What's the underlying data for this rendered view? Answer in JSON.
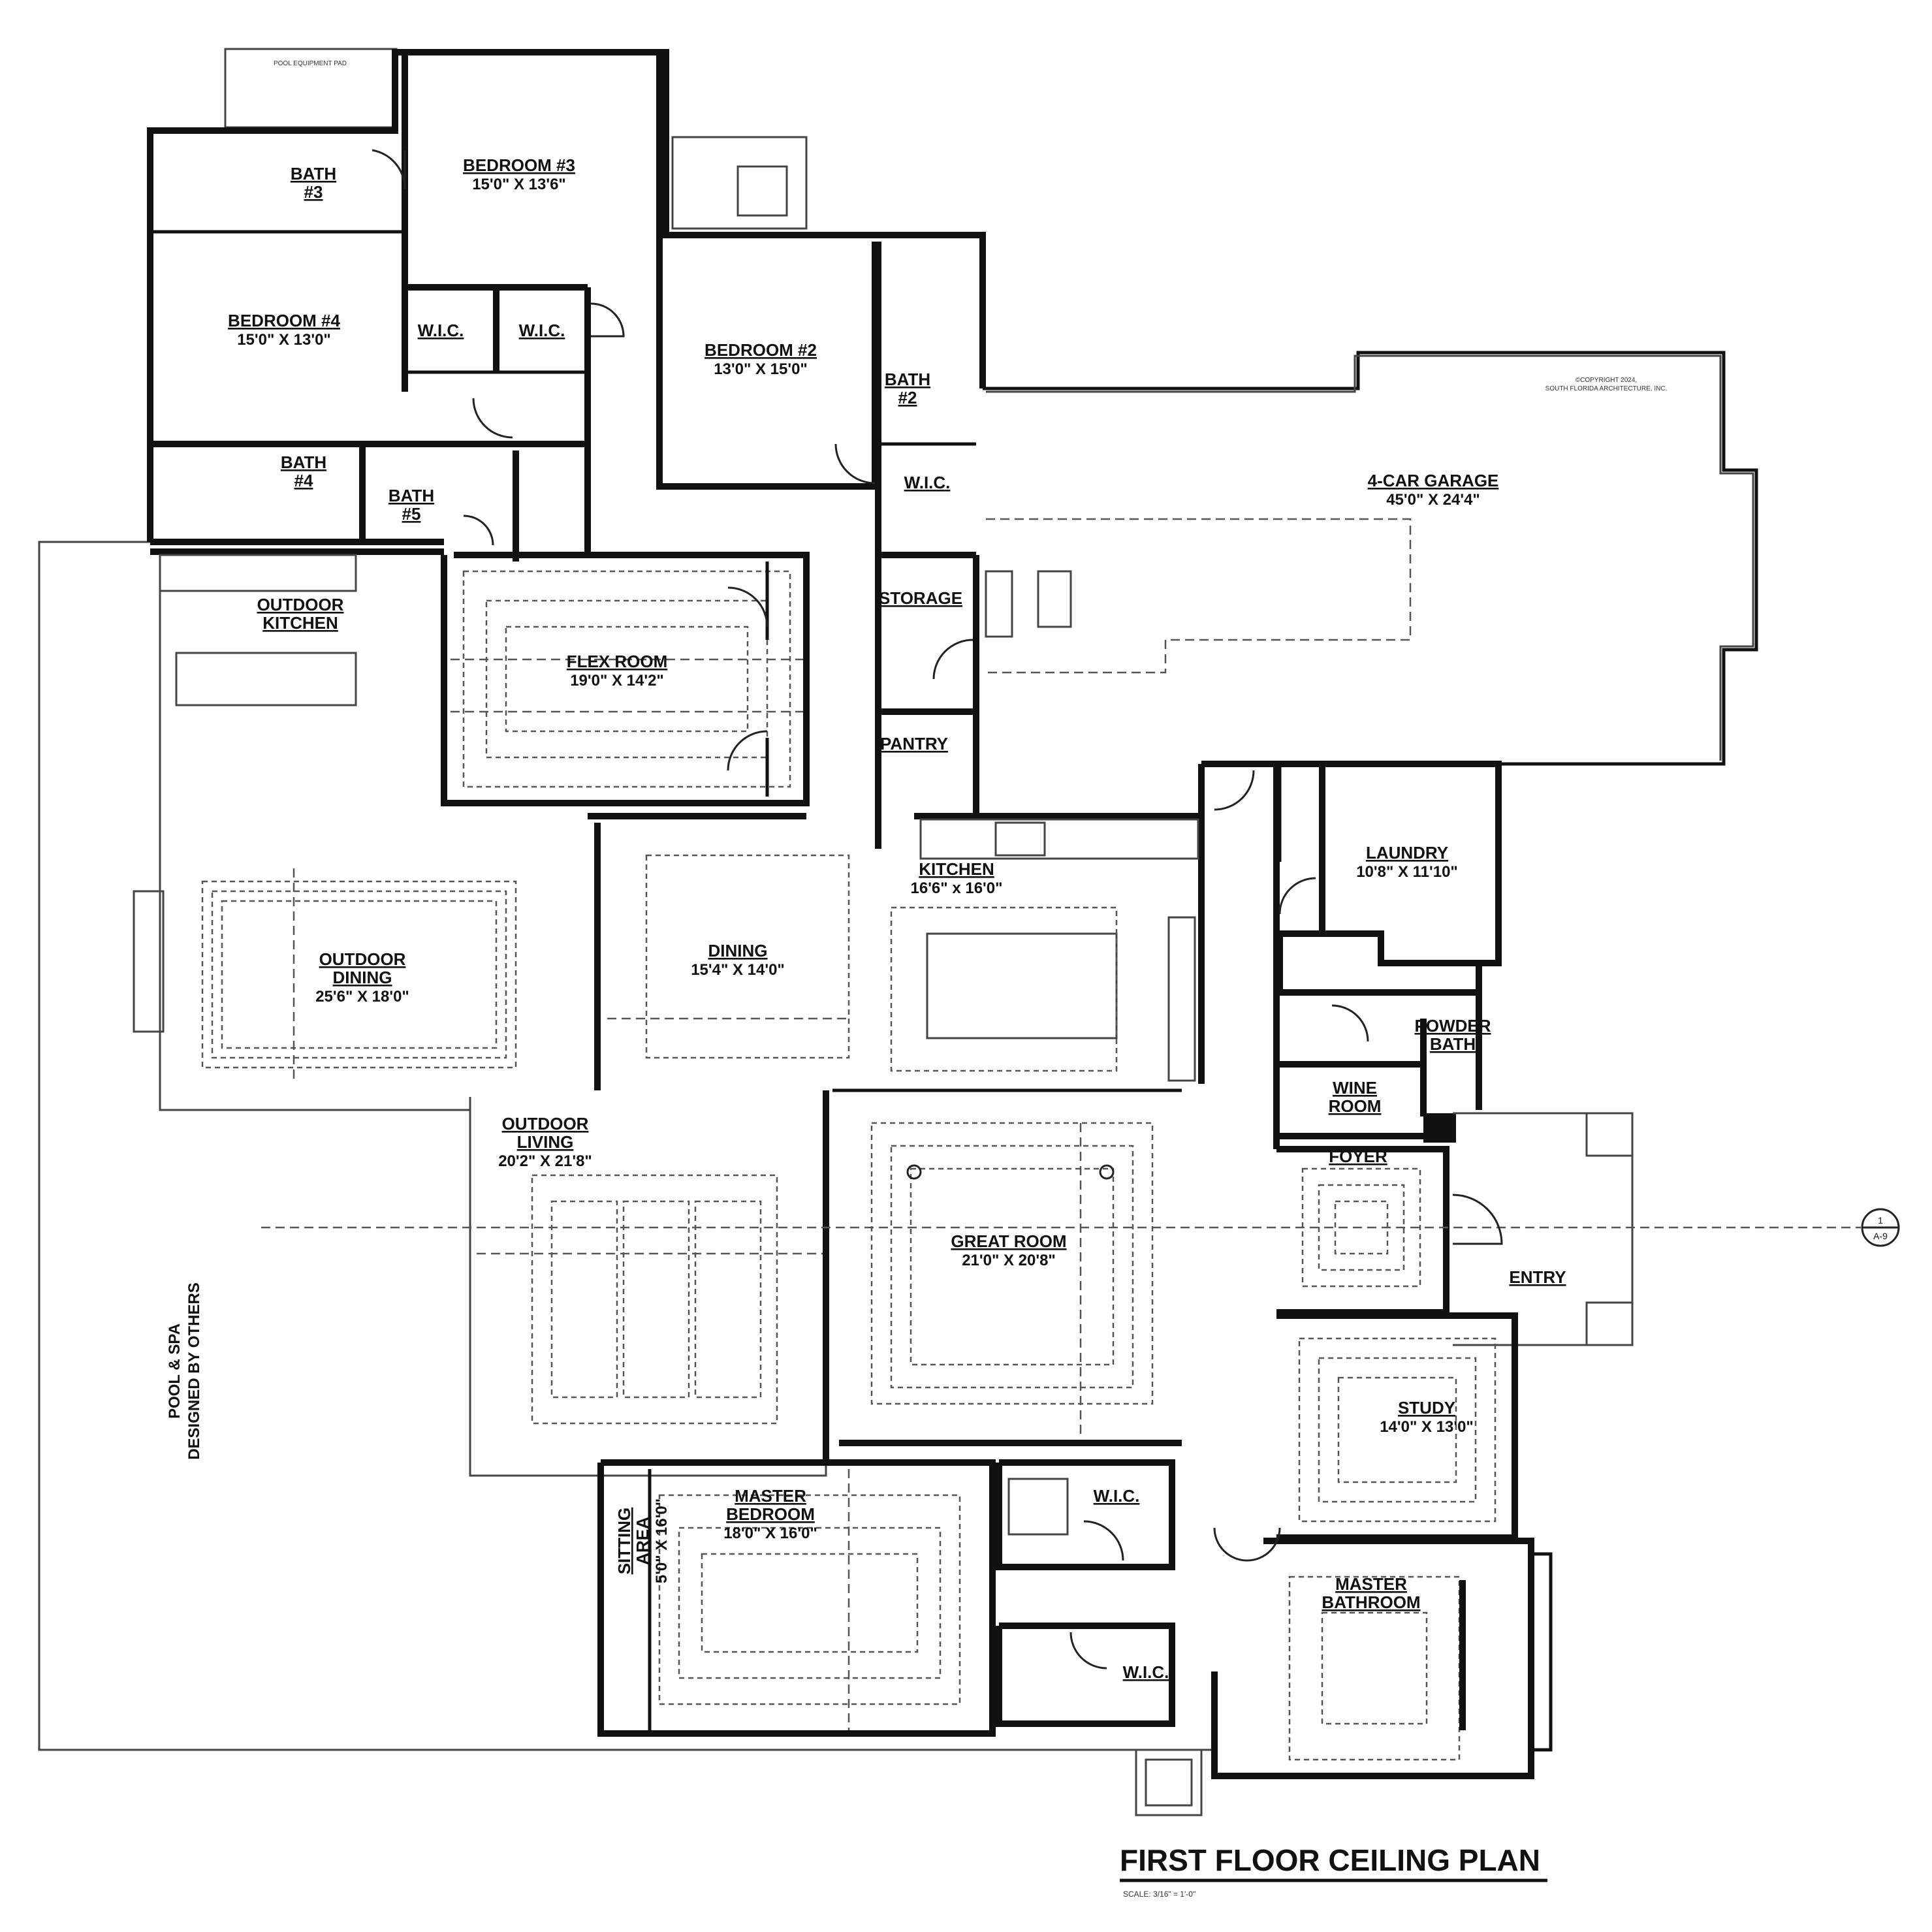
{
  "title": "FIRST FLOOR CEILING PLAN",
  "scale": "SCALE: 3/16\" = 1'-0\"",
  "copyright": [
    "©COPYRIGHT 2024,",
    "SOUTH FLORIDA ARCHITECTURE, INC."
  ],
  "labels": {
    "pool_equipment": "POOL EQUIPMENT PAD",
    "pool_spa": [
      "POOL & SPA",
      "DESIGNED BY OTHERS"
    ],
    "section_mark_num": "1",
    "section_mark_sheet": "A-9"
  },
  "rooms": [
    {
      "id": "bedroom-3",
      "name": [
        "BEDROOM #3"
      ],
      "dim": "15'0\" X 13'6\""
    },
    {
      "id": "bath-3",
      "name": [
        "BATH",
        "#3"
      ],
      "dim": ""
    },
    {
      "id": "bedroom-4",
      "name": [
        "BEDROOM #4"
      ],
      "dim": "15'0\" X 13'0\""
    },
    {
      "id": "wic-1",
      "name": [
        "W.I.C."
      ],
      "dim": ""
    },
    {
      "id": "wic-2",
      "name": [
        "W.I.C."
      ],
      "dim": ""
    },
    {
      "id": "bedroom-2",
      "name": [
        "BEDROOM #2"
      ],
      "dim": "13'0\" X 15'0\""
    },
    {
      "id": "bath-2",
      "name": [
        "BATH",
        "#2"
      ],
      "dim": ""
    },
    {
      "id": "wic-3",
      "name": [
        "W.I.C."
      ],
      "dim": ""
    },
    {
      "id": "bath-4",
      "name": [
        "BATH",
        "#4"
      ],
      "dim": ""
    },
    {
      "id": "bath-5",
      "name": [
        "BATH",
        "#5"
      ],
      "dim": ""
    },
    {
      "id": "garage",
      "name": [
        "4-CAR GARAGE"
      ],
      "dim": "45'0\" X 24'4\""
    },
    {
      "id": "outdoor-kitchen",
      "name": [
        "OUTDOOR",
        "KITCHEN"
      ],
      "dim": ""
    },
    {
      "id": "flex-room",
      "name": [
        "FLEX ROOM"
      ],
      "dim": "19'0\" X 14'2\""
    },
    {
      "id": "storage",
      "name": [
        "STORAGE"
      ],
      "dim": ""
    },
    {
      "id": "pantry",
      "name": [
        "PANTRY"
      ],
      "dim": ""
    },
    {
      "id": "kitchen",
      "name": [
        "KITCHEN"
      ],
      "dim": "16'6\" x 16'0\""
    },
    {
      "id": "laundry",
      "name": [
        "LAUNDRY"
      ],
      "dim": "10'8\" X 11'10\""
    },
    {
      "id": "dining",
      "name": [
        "DINING"
      ],
      "dim": "15'4\" X 14'0\""
    },
    {
      "id": "outdoor-dining",
      "name": [
        "OUTDOOR",
        "DINING"
      ],
      "dim": "25'6\" X 18'0\""
    },
    {
      "id": "powder-bath",
      "name": [
        "POWDER",
        "BATH"
      ],
      "dim": ""
    },
    {
      "id": "wine-room",
      "name": [
        "WINE",
        "ROOM"
      ],
      "dim": ""
    },
    {
      "id": "outdoor-living",
      "name": [
        "OUTDOOR",
        "LIVING"
      ],
      "dim": "20'2\" X 21'8\""
    },
    {
      "id": "foyer",
      "name": [
        "FOYER"
      ],
      "dim": ""
    },
    {
      "id": "great-room",
      "name": [
        "GREAT ROOM"
      ],
      "dim": "21'0\" X 20'8\""
    },
    {
      "id": "entry",
      "name": [
        "ENTRY"
      ],
      "dim": ""
    },
    {
      "id": "study",
      "name": [
        "STUDY"
      ],
      "dim": "14'0\" X 13'0\""
    },
    {
      "id": "master-bedroom",
      "name": [
        "MASTER",
        "BEDROOM"
      ],
      "dim": "18'0\" X 16'0\""
    },
    {
      "id": "sitting-area",
      "name": [
        "SITTING",
        "AREA"
      ],
      "dim": "5'0\" X 16'0\""
    },
    {
      "id": "wic-4",
      "name": [
        "W.I.C."
      ],
      "dim": ""
    },
    {
      "id": "wic-5",
      "name": [
        "W.I.C."
      ],
      "dim": ""
    },
    {
      "id": "master-bathroom",
      "name": [
        "MASTER",
        "BATHROOM"
      ],
      "dim": ""
    }
  ]
}
